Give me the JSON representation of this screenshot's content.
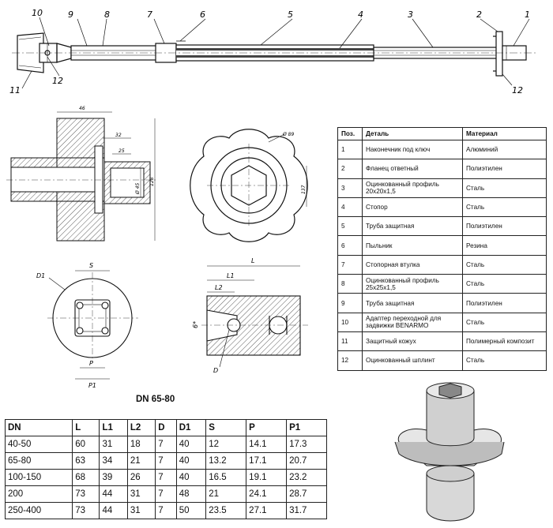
{
  "callouts": {
    "top": [
      "10",
      "9",
      "8",
      "7",
      "6",
      "5",
      "4",
      "3",
      "2",
      "1"
    ],
    "bottom_left": [
      "11",
      "12"
    ],
    "bottom_right": "12"
  },
  "flange_dims": {
    "w1": "46",
    "w2": "32",
    "w3": "25",
    "dia": "Ø 45",
    "h": "128"
  },
  "nut_dims": {
    "dia": "Ø 89",
    "across": "137"
  },
  "plate_dims": {
    "d1": "D1",
    "s": "S",
    "p": "P",
    "p1": "P1"
  },
  "section_dims": {
    "l": "L",
    "l1": "L1",
    "l2": "L2",
    "phi": "6*",
    "d": "D"
  },
  "parts_table": {
    "headers": [
      "Поз.",
      "Деталь",
      "Материал"
    ],
    "rows": [
      [
        "1",
        "Наконечник под ключ",
        "Алюминий"
      ],
      [
        "2",
        "Фланец ответный",
        "Полиэтилен"
      ],
      [
        "3",
        "Оцинкованный профиль 20х20х1,5",
        "Сталь"
      ],
      [
        "4",
        "Стопор",
        "Сталь"
      ],
      [
        "5",
        "Труба защитная",
        "Полиэтилен"
      ],
      [
        "6",
        "Пыльник",
        "Резина"
      ],
      [
        "7",
        "Стопорная втулка",
        "Сталь"
      ],
      [
        "8",
        "Оцинкованный профиль 25х25х1,5",
        "Сталь"
      ],
      [
        "9",
        "Труба защитная",
        "Полиэтилен"
      ],
      [
        "10",
        "Адаптер переходной для задвижки BENARMO",
        "Сталь"
      ],
      [
        "11",
        "Защитный кожух",
        "Полимерный композит"
      ],
      [
        "12",
        "Оцинкованный шплинт",
        "Сталь"
      ]
    ]
  },
  "dn_caption": "DN 65-80",
  "dim_table": {
    "headers": [
      "DN",
      "L",
      "L1",
      "L2",
      "D",
      "D1",
      "S",
      "P",
      "P1"
    ],
    "rows": [
      [
        "40-50",
        "60",
        "31",
        "18",
        "7",
        "40",
        "12",
        "14.1",
        "17.3"
      ],
      [
        "65-80",
        "63",
        "34",
        "21",
        "7",
        "40",
        "13.2",
        "17.1",
        "20.7"
      ],
      [
        "100-150",
        "68",
        "39",
        "26",
        "7",
        "40",
        "16.5",
        "19.1",
        "23.2"
      ],
      [
        "200",
        "73",
        "44",
        "31",
        "7",
        "48",
        "21",
        "24.1",
        "28.7"
      ],
      [
        "250-400",
        "73",
        "44",
        "31",
        "7",
        "50",
        "23.5",
        "27.1",
        "31.7"
      ]
    ]
  }
}
